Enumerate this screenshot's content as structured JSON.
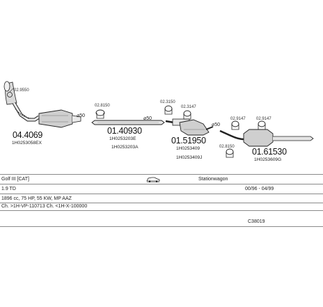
{
  "diagram": {
    "parts": [
      {
        "id": "p1",
        "number": "04.4069",
        "oem": "1H0253058EX",
        "clamp": "02.9550"
      },
      {
        "id": "p2",
        "number": "01.40930",
        "oem1": "1H0253203E",
        "oem2": "1H0253203A",
        "clamp": "02.8150"
      },
      {
        "id": "p3",
        "number": "01.51950",
        "oem1": "1H0253409",
        "oem2": "1H0253409J",
        "clamp1": "02.3150",
        "clamp2": "02.3147"
      },
      {
        "id": "p4",
        "number": "01.61530",
        "oem": "1H0253609G",
        "clamp1": "02.9147",
        "clamp2": "02.9147",
        "clamp3": "02.8150"
      }
    ],
    "diameters": [
      "⌀50",
      "⌀50",
      "⌀50"
    ]
  },
  "vehicle": {
    "model": "Golf III [CAT]",
    "body": "Stationwagon",
    "engine": "1.9 TD",
    "dates": "00/96 - 04/99",
    "specs": "1896 cc, 75 HP, 55 KW, MP AAZ",
    "chassis": "Ch. >1H-VP-110713 Ch. <1H-X-100000",
    "ref": "C38019"
  },
  "colors": {
    "line": "#8a8a8a",
    "part_stroke": "#222222",
    "part_fill": "#d9d9d9"
  }
}
